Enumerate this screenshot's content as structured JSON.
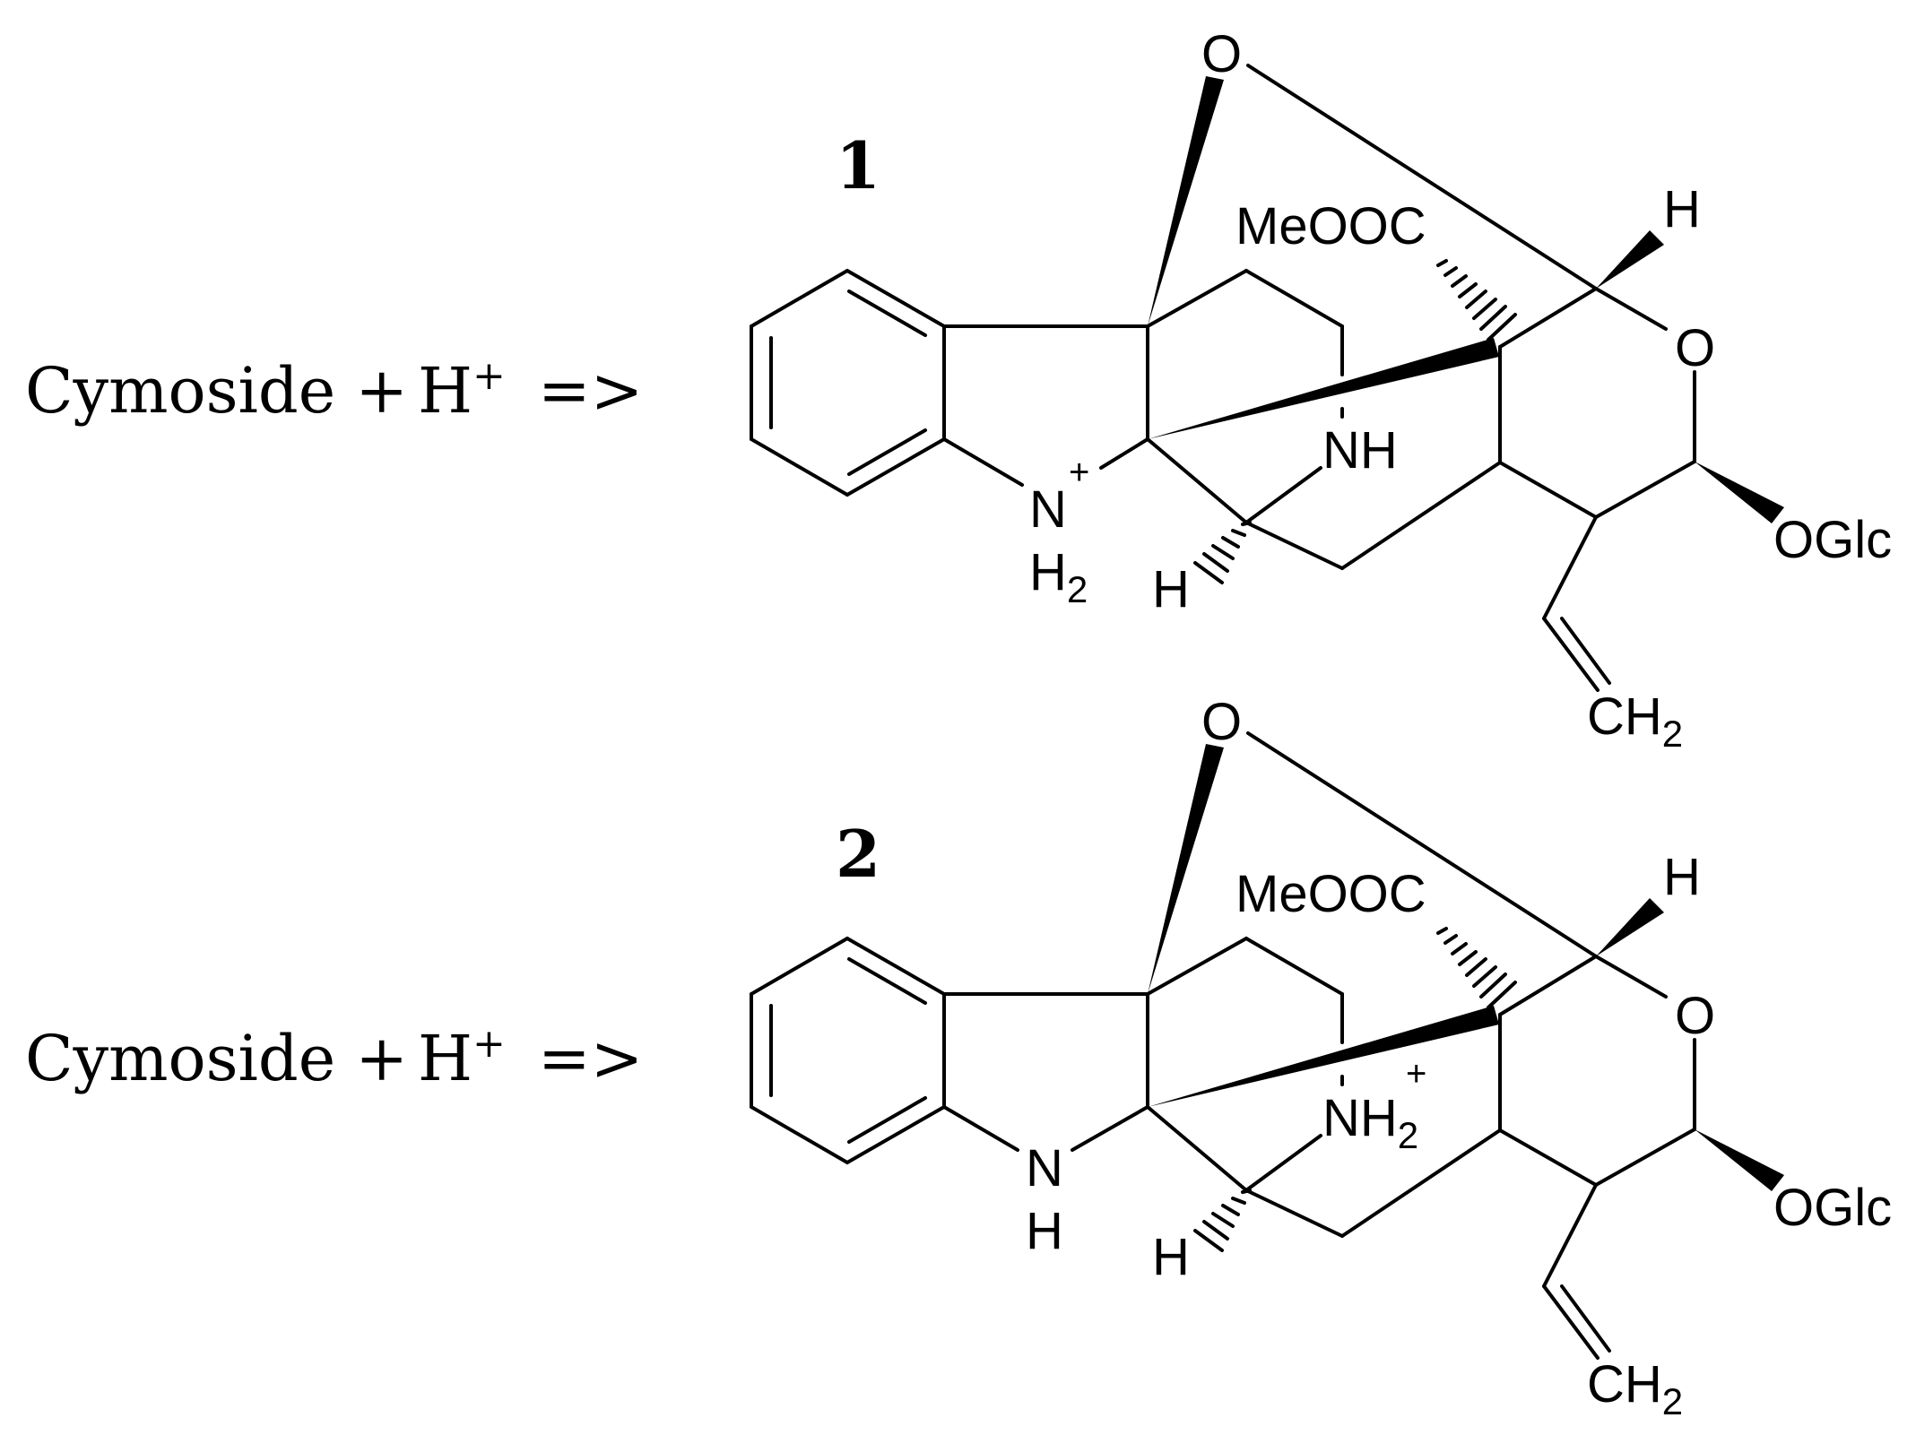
{
  "equations": [
    {
      "lhs": "Cymoside +",
      "proton_base": "H",
      "proton_charge": "+",
      "arrow": "=>",
      "compound_number": "1",
      "labels": {
        "o_bridge": "O",
        "ester": "MeOOC",
        "h_top": "H",
        "o_ring": "O",
        "nh": "NH",
        "n_indoline": "N",
        "n_charge": "+",
        "n_h": "H",
        "n_h_sub": "2",
        "h_bottom": "H",
        "oglc": "OGlc",
        "vinyl_ch": "CH",
        "vinyl_sub": "2"
      }
    },
    {
      "lhs": "Cymoside +",
      "proton_base": "H",
      "proton_charge": "+",
      "arrow": "=>",
      "compound_number": "2",
      "labels": {
        "o_bridge": "O",
        "ester": "MeOOC",
        "h_top": "H",
        "o_ring": "O",
        "nh": "NH",
        "nh_sub": "2",
        "nh_charge": "+",
        "n_indoline": "N",
        "n_h": "H",
        "h_bottom": "H",
        "oglc": "OGlc",
        "vinyl_ch": "CH",
        "vinyl_sub": "2"
      }
    }
  ]
}
